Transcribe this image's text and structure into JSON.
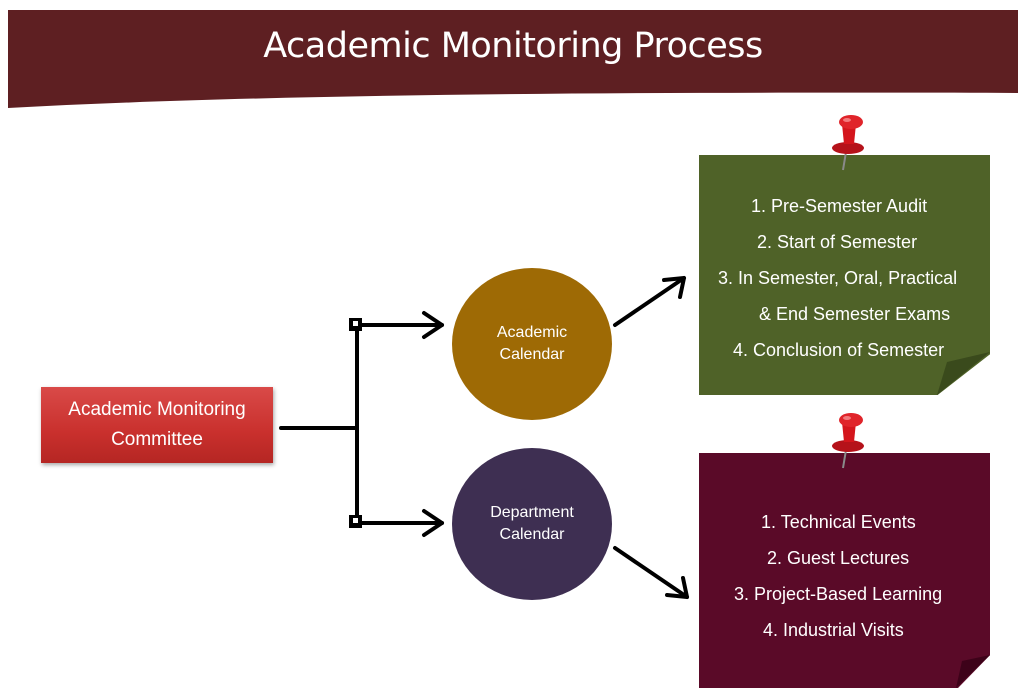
{
  "title": "Academic Monitoring Process",
  "committee": {
    "line1": "Academic Monitoring",
    "line2": "Committee"
  },
  "academic_calendar": {
    "line1": "Academic",
    "line2": "Calendar"
  },
  "department_calendar": {
    "line1": "Department",
    "line2": "Calendar"
  },
  "academic_note": {
    "items": [
      "1.  Pre-Semester Audit",
      "2.  Start of Semester",
      "3.  In Semester, Oral, Practical",
      "& End Semester Exams",
      "4.   Conclusion of Semester"
    ]
  },
  "department_note": {
    "items": [
      "1.  Technical Events",
      "2.  Guest Lectures",
      "3.  Project-Based Learning",
      "4.   Industrial Visits"
    ]
  },
  "colors": {
    "banner": "#5e1f22",
    "committee": "#c9302d",
    "academic_circle": "#9e6a05",
    "department_circle": "#3e2f52",
    "academic_note": "#4f6228",
    "department_note": "#5a0a28",
    "pin": "#d4151c"
  },
  "icons": {
    "pin": "pushpin-icon"
  }
}
